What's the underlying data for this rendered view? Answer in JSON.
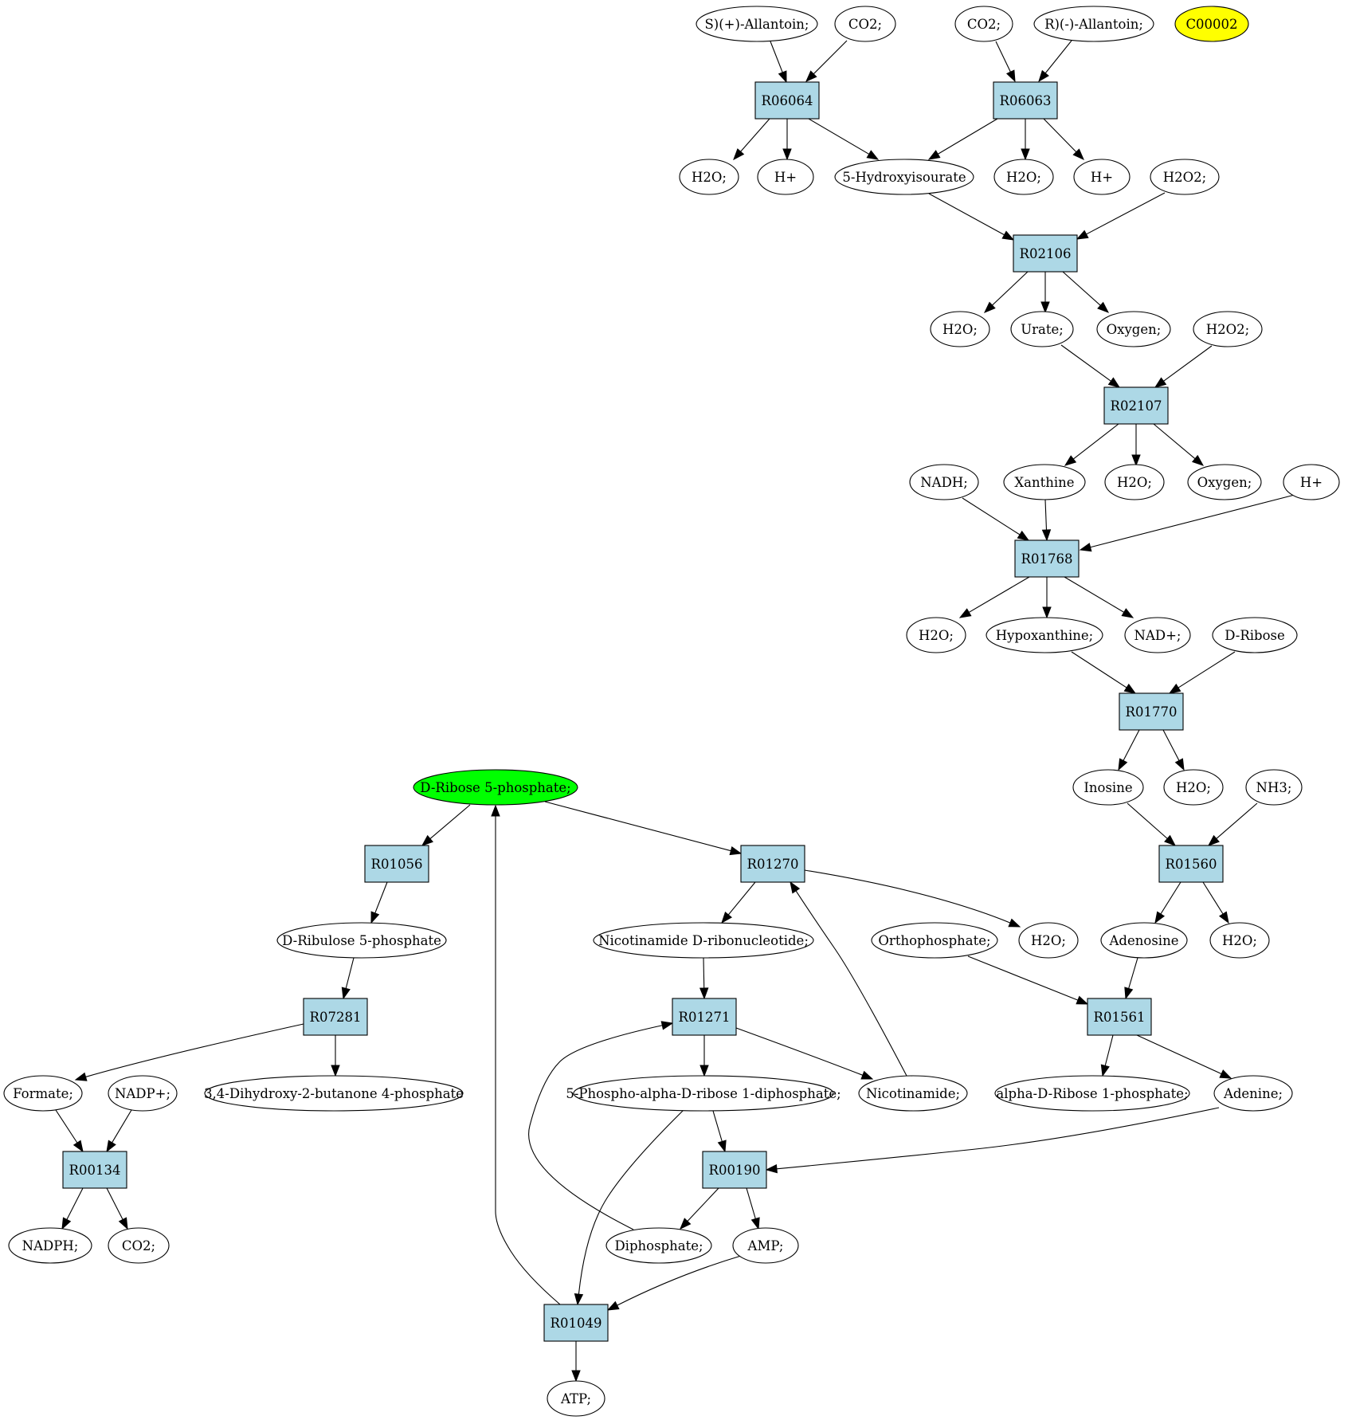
{
  "diagram": {
    "reactions": [
      {
        "id": "R06064",
        "label": "R06064"
      },
      {
        "id": "R06063",
        "label": "R06063"
      },
      {
        "id": "R02106",
        "label": "R02106"
      },
      {
        "id": "R02107",
        "label": "R02107"
      },
      {
        "id": "R01768",
        "label": "R01768"
      },
      {
        "id": "R01770",
        "label": "R01770"
      },
      {
        "id": "R01560",
        "label": "R01560"
      },
      {
        "id": "R01561",
        "label": "R01561"
      },
      {
        "id": "R01056",
        "label": "R01056"
      },
      {
        "id": "R01270",
        "label": "R01270"
      },
      {
        "id": "R07281",
        "label": "R07281"
      },
      {
        "id": "R01271",
        "label": "R01271"
      },
      {
        "id": "R00134",
        "label": "R00134"
      },
      {
        "id": "R00190",
        "label": "R00190"
      },
      {
        "id": "R01049",
        "label": "R01049"
      }
    ],
    "compounds": [
      {
        "id": "allantoin_s",
        "label": "S)(+)-Allantoin;"
      },
      {
        "id": "co2_a",
        "label": "CO2;"
      },
      {
        "id": "co2_b",
        "label": "CO2;"
      },
      {
        "id": "allantoin_r",
        "label": "R)(-)-Allantoin;"
      },
      {
        "id": "c00002",
        "label": "C00002",
        "fill": "#ffff00"
      },
      {
        "id": "h2o_a",
        "label": "H2O;"
      },
      {
        "id": "hplus_a",
        "label": "H+"
      },
      {
        "id": "hydroxyisourate",
        "label": "5-Hydroxyisourate"
      },
      {
        "id": "h2o_b",
        "label": "H2O;"
      },
      {
        "id": "hplus_b",
        "label": "H+"
      },
      {
        "id": "h2o2_a",
        "label": "H2O2;"
      },
      {
        "id": "h2o_c",
        "label": "H2O;"
      },
      {
        "id": "urate",
        "label": "Urate;"
      },
      {
        "id": "oxygen_a",
        "label": "Oxygen;"
      },
      {
        "id": "h2o2_b",
        "label": "H2O2;"
      },
      {
        "id": "nadh",
        "label": "NADH;"
      },
      {
        "id": "xanthine",
        "label": "Xanthine"
      },
      {
        "id": "h2o_d",
        "label": "H2O;"
      },
      {
        "id": "oxygen_b",
        "label": "Oxygen;"
      },
      {
        "id": "hplus_c",
        "label": "H+"
      },
      {
        "id": "h2o_e",
        "label": "H2O;"
      },
      {
        "id": "hypoxanthine",
        "label": "Hypoxanthine;"
      },
      {
        "id": "nadplus",
        "label": "NAD+;"
      },
      {
        "id": "dribose",
        "label": "D-Ribose"
      },
      {
        "id": "inosine",
        "label": "Inosine"
      },
      {
        "id": "h2o_f",
        "label": "H2O;"
      },
      {
        "id": "nh3",
        "label": "NH3;"
      },
      {
        "id": "r5p",
        "label": "D-Ribose 5-phosphate;",
        "fill": "#00ff00"
      },
      {
        "id": "ru5p",
        "label": "D-Ribulose 5-phosphate"
      },
      {
        "id": "nmn",
        "label": "Nicotinamide D-ribonucleotide;"
      },
      {
        "id": "h2o_g",
        "label": "H2O;"
      },
      {
        "id": "orthophosphate",
        "label": "Orthophosphate;"
      },
      {
        "id": "adenosine",
        "label": "Adenosine"
      },
      {
        "id": "h2o_h",
        "label": "H2O;"
      },
      {
        "id": "formate",
        "label": "Formate;"
      },
      {
        "id": "nadpplus",
        "label": "NADP+;"
      },
      {
        "id": "dhbp",
        "label": "3,4-Dihydroxy-2-butanone 4-phosphate"
      },
      {
        "id": "prpp",
        "label": "5-Phospho-alpha-D-ribose 1-diphosphate;"
      },
      {
        "id": "nicotinamide",
        "label": "Nicotinamide;"
      },
      {
        "id": "r1p",
        "label": "alpha-D-Ribose 1-phosphate;"
      },
      {
        "id": "adenine",
        "label": "Adenine;"
      },
      {
        "id": "nadph",
        "label": "NADPH;"
      },
      {
        "id": "co2_c",
        "label": "CO2;"
      },
      {
        "id": "diphosphate",
        "label": "Diphosphate;"
      },
      {
        "id": "amp",
        "label": "AMP;"
      },
      {
        "id": "atp",
        "label": "ATP;"
      }
    ],
    "edges": [
      {
        "from": "allantoin_s",
        "to": "R06064"
      },
      {
        "from": "co2_a",
        "to": "R06064"
      },
      {
        "from": "co2_b",
        "to": "R06063"
      },
      {
        "from": "allantoin_r",
        "to": "R06063"
      },
      {
        "from": "R06064",
        "to": "h2o_a"
      },
      {
        "from": "R06064",
        "to": "hplus_a"
      },
      {
        "from": "R06064",
        "to": "hydroxyisourate"
      },
      {
        "from": "R06063",
        "to": "hydroxyisourate"
      },
      {
        "from": "R06063",
        "to": "h2o_b"
      },
      {
        "from": "R06063",
        "to": "hplus_b"
      },
      {
        "from": "hydroxyisourate",
        "to": "R02106"
      },
      {
        "from": "h2o2_a",
        "to": "R02106"
      },
      {
        "from": "R02106",
        "to": "h2o_c"
      },
      {
        "from": "R02106",
        "to": "urate"
      },
      {
        "from": "R02106",
        "to": "oxygen_a"
      },
      {
        "from": "urate",
        "to": "R02107"
      },
      {
        "from": "h2o2_b",
        "to": "R02107"
      },
      {
        "from": "R02107",
        "to": "xanthine"
      },
      {
        "from": "R02107",
        "to": "h2o_d"
      },
      {
        "from": "R02107",
        "to": "oxygen_b"
      },
      {
        "from": "nadh",
        "to": "R01768"
      },
      {
        "from": "xanthine",
        "to": "R01768"
      },
      {
        "from": "hplus_c",
        "to": "R01768"
      },
      {
        "from": "R01768",
        "to": "h2o_e"
      },
      {
        "from": "R01768",
        "to": "hypoxanthine"
      },
      {
        "from": "R01768",
        "to": "nadplus"
      },
      {
        "from": "hypoxanthine",
        "to": "R01770"
      },
      {
        "from": "dribose",
        "to": "R01770"
      },
      {
        "from": "R01770",
        "to": "inosine"
      },
      {
        "from": "R01770",
        "to": "h2o_f"
      },
      {
        "from": "inosine",
        "to": "R01560"
      },
      {
        "from": "nh3",
        "to": "R01560"
      },
      {
        "from": "R01560",
        "to": "adenosine"
      },
      {
        "from": "R01560",
        "to": "h2o_h"
      },
      {
        "from": "adenosine",
        "to": "R01561"
      },
      {
        "from": "orthophosphate",
        "to": "R01561"
      },
      {
        "from": "R01561",
        "to": "r1p"
      },
      {
        "from": "R01561",
        "to": "adenine"
      },
      {
        "from": "r5p",
        "to": "R01056"
      },
      {
        "from": "r5p",
        "to": "R01270"
      },
      {
        "from": "R01056",
        "to": "ru5p"
      },
      {
        "from": "ru5p",
        "to": "R07281"
      },
      {
        "from": "R07281",
        "to": "formate"
      },
      {
        "from": "R07281",
        "to": "dhbp"
      },
      {
        "from": "formate",
        "to": "R00134"
      },
      {
        "from": "nadpplus",
        "to": "R00134"
      },
      {
        "from": "R00134",
        "to": "nadph"
      },
      {
        "from": "R00134",
        "to": "co2_c"
      },
      {
        "from": "R01270",
        "to": "nmn"
      },
      {
        "from": "R01270",
        "to": "h2o_g"
      },
      {
        "from": "nicotinamide",
        "to": "R01270"
      },
      {
        "from": "nmn",
        "to": "R01271"
      },
      {
        "from": "R01271",
        "to": "prpp"
      },
      {
        "from": "R01271",
        "to": "nicotinamide"
      },
      {
        "from": "diphosphate",
        "to": "R01271"
      },
      {
        "from": "prpp",
        "to": "R00190"
      },
      {
        "from": "prpp",
        "to": "R01049"
      },
      {
        "from": "adenine",
        "to": "R00190"
      },
      {
        "from": "R00190",
        "to": "diphosphate"
      },
      {
        "from": "R00190",
        "to": "amp"
      },
      {
        "from": "amp",
        "to": "R01049"
      },
      {
        "from": "R01049",
        "to": "r5p"
      },
      {
        "from": "R01049",
        "to": "atp"
      }
    ]
  }
}
